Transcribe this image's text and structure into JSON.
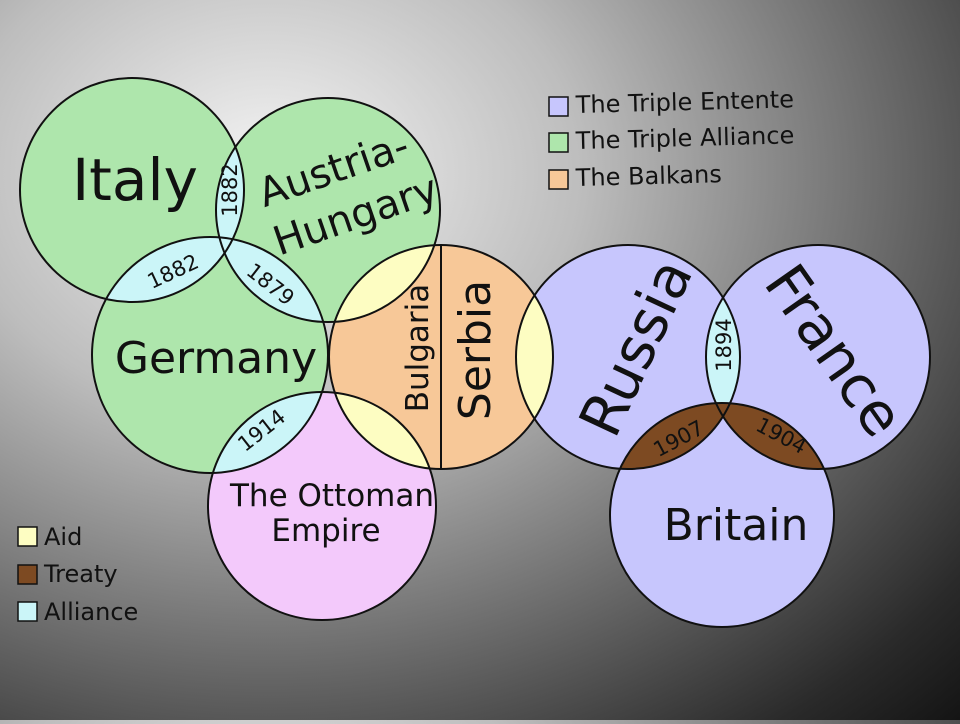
{
  "colors": {
    "alliance_group": "#aee6ac",
    "entente_group": "#c7c6fd",
    "balkans_group": "#f7c898",
    "ottoman": "#f3c9fb",
    "aid": "#fdfdc2",
    "treaty": "#7d4a22",
    "alliance": "#cbf5f8",
    "stroke": "#111111"
  },
  "countries": {
    "italy": "Italy",
    "austria_line1": "Austria-",
    "austria_line2": "Hungary",
    "germany": "Germany",
    "bulgaria": "Bulgaria",
    "serbia": "Serbia",
    "ottoman_line1": "The Ottoman",
    "ottoman_line2": "Empire",
    "russia": "Russia",
    "france": "France",
    "britain": "Britain"
  },
  "links": {
    "italy_austria": "1882",
    "italy_germany": "1882",
    "germany_austria": "1879",
    "germany_ottoman": "1914",
    "russia_france": "1894",
    "russia_britain": "1907",
    "france_britain": "1904"
  },
  "legend_groups": [
    {
      "label": "The Triple Entente",
      "color": "#c7c6fd"
    },
    {
      "label": "The Triple Alliance",
      "color": "#aee6ac"
    },
    {
      "label": "The Balkans",
      "color": "#f7c898"
    }
  ],
  "legend_relations": [
    {
      "label": "Aid",
      "color": "#fdfdc2"
    },
    {
      "label": "Treaty",
      "color": "#7d4a22"
    },
    {
      "label": "Alliance",
      "color": "#cbf5f8"
    }
  ]
}
